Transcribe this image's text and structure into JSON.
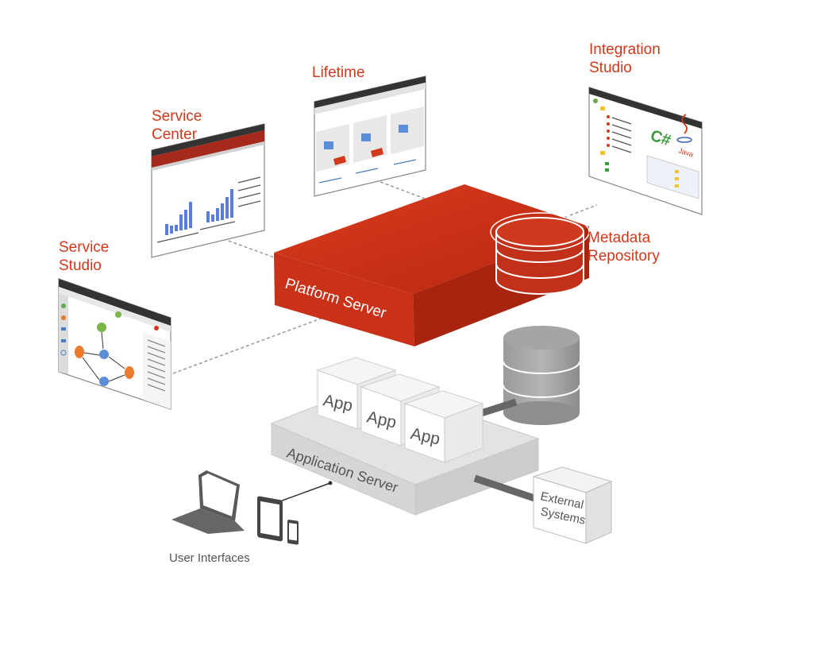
{
  "tools": {
    "service_studio": {
      "line1": "Service",
      "line2": "Studio"
    },
    "service_center": {
      "line1": "Service",
      "line2": "Center"
    },
    "lifetime": {
      "label": "Lifetime"
    },
    "integration_studio": {
      "line1": "Integration",
      "line2": "Studio"
    }
  },
  "metadata_repository": {
    "line1": "Metadata",
    "line2": "Repository"
  },
  "platform_server": {
    "label": "Platform Server"
  },
  "application_server": {
    "label": "Application Server"
  },
  "apps": [
    "App",
    "App",
    "App"
  ],
  "external_systems": {
    "line1": "External",
    "line2": "Systems"
  },
  "user_interfaces": {
    "label": "User Interfaces"
  },
  "integration_icons": {
    "csharp": "C#",
    "java": "Java"
  },
  "colors": {
    "accent": "#d0391b",
    "platform_top": "#c8321a",
    "platform_side": "#b42a14",
    "gray_box": "#e6e6e6",
    "db_gray": "#8a8a8a"
  }
}
